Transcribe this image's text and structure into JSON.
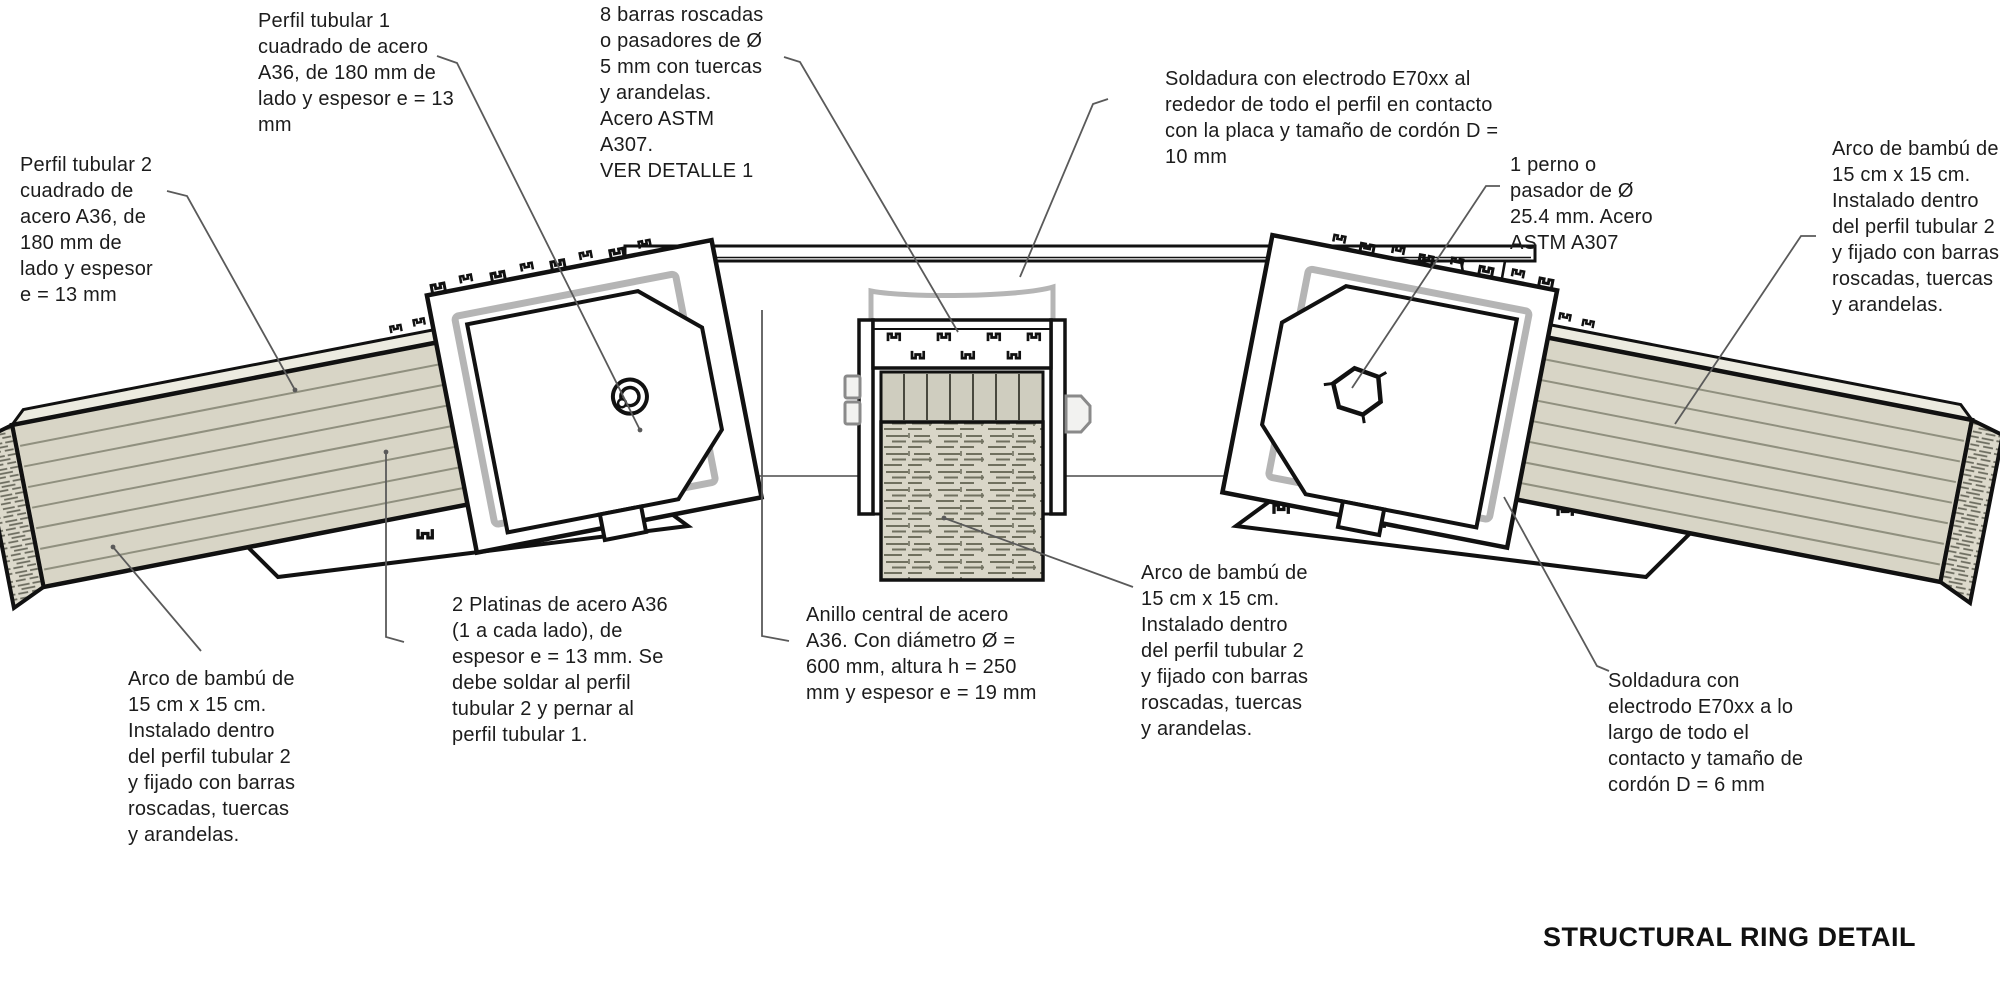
{
  "title": "STRUCTURAL RING DETAIL",
  "colors": {
    "outline": "#111111",
    "platina_gray": "#b5b5b5",
    "bamboo_fill": "#d8d5c6",
    "bamboo_top": "#ecebe0",
    "texture_line": "#70705f",
    "leader_line": "#5a5a5a"
  },
  "labels": {
    "perfil_tubular_1": "Perfil tubular 1\ncuadrado de acero\nA36, de 180 mm de\nlado y espesor e = 13\nmm",
    "barras_roscadas": "8 barras roscadas\no pasadores de Ø\n5 mm con tuercas\ny arandelas.\nAcero ASTM\nA307.\nVER DETALLE 1",
    "soldadura_10": "Soldadura con electrodo E70xx al\nrededor de todo el perfil en contacto\ncon la placa y tamaño de cordón D =\n10 mm",
    "perfil_tubular_2": "Perfil tubular 2\ncuadrado de\nacero A36, de\n180 mm de\nlado y espesor\ne = 13 mm",
    "perno": "1 perno o\npasador de Ø\n25.4 mm. Acero\nASTM A307",
    "arco_bambu_right": "Arco de bambú de\n15 cm x 15 cm.\nInstalado dentro\ndel perfil tubular 2\ny fijado con barras\nroscadas, tuercas\ny arandelas.",
    "arco_bambu_left": "Arco de bambú de\n15 cm x 15 cm.\nInstalado dentro\ndel perfil tubular 2\ny fijado con barras\nroscadas, tuercas\ny arandelas.",
    "arco_bambu_center": "Arco de bambú de\n15 cm x 15 cm.\nInstalado dentro\ndel perfil tubular 2\ny fijado con barras\nroscadas, tuercas\ny arandelas.",
    "platinas": "2 Platinas de acero A36\n(1 a cada lado), de\nespesor e = 13 mm. Se\ndebe soldar al perfil\ntubular 2 y pernar al\nperfil tubular 1.",
    "anillo_central": "Anillo central de acero\nA36. Con diámetro Ø =\n600 mm, altura h = 250\nmm y espesor e = 19 mm",
    "soldadura_6": "Soldadura con\nelectrodo E70xx a lo\nlargo de todo el\ncontacto y tamaño de\ncordón D = 6 mm"
  }
}
